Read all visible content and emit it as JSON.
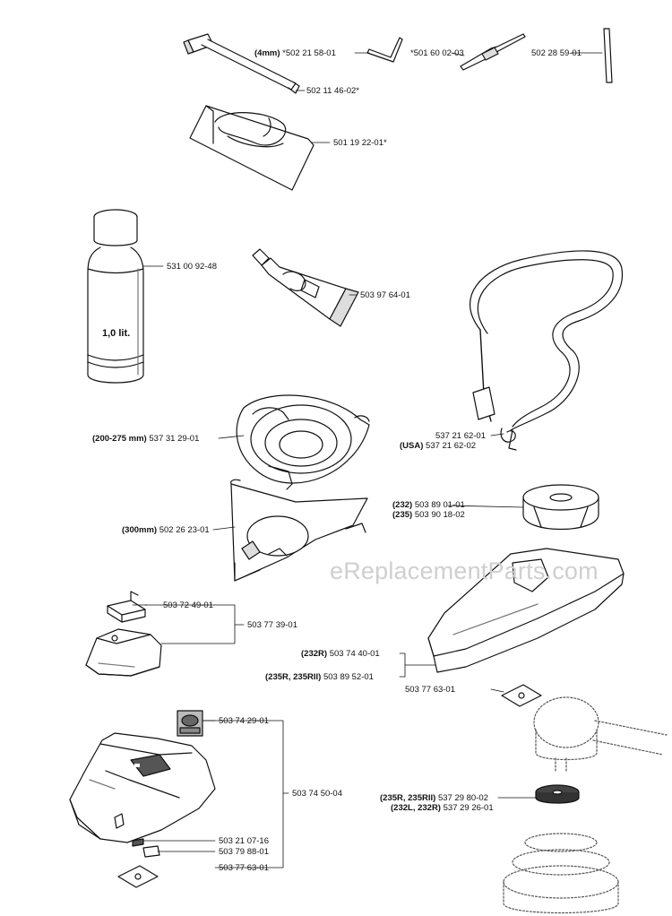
{
  "watermark": "eReplacementParts.com",
  "bottle_label": "1,0 lit.",
  "labels": {
    "wrench_4mm": {
      "prefix": "(4mm)",
      "part": "*502 21 58-01"
    },
    "pin_501": {
      "part": "*501 60 02-03"
    },
    "rod_502": {
      "part": "502 28 59-01"
    },
    "socket_wrench": {
      "part": "502 11 46-02*"
    },
    "tool_bag": {
      "part": "501 19 22-01*"
    },
    "oil_bottle": {
      "part": "531 00 92-48"
    },
    "grease_tube": {
      "part": "503 97 64-01"
    },
    "harness_1": {
      "part": "537 21 62-01"
    },
    "harness_usa": {
      "prefix": "(USA)",
      "part": "537 21 62-02"
    },
    "trimmer_head": {
      "prefix": "(200-275 mm)",
      "part": "537 31 29-01"
    },
    "spool_232": {
      "prefix": "(232)",
      "part": "503 89 01-01"
    },
    "spool_235": {
      "prefix": "(235)",
      "part": "503 90 18-02"
    },
    "guard_300": {
      "prefix": "(300mm)",
      "part": "502 26 23-01"
    },
    "bracket_small": {
      "part": "503 72 49-01"
    },
    "guard_small": {
      "part": "503 77 39-01"
    },
    "guard_232r": {
      "prefix": "(232R)",
      "part": "503 74 40-01"
    },
    "guard_235r": {
      "prefix": "(235R, 235RII)",
      "part": "503 89 52-01"
    },
    "plate_right": {
      "part": "503 77 63-01"
    },
    "decal": {
      "part": "503 74 29-01"
    },
    "big_guard": {
      "part": "503 74 50-04"
    },
    "washer_235": {
      "prefix": "(235R, 235RII)",
      "part": "537 29 80-02"
    },
    "washer_232": {
      "prefix": "(232L, 232R)",
      "part": "537 29 26-01"
    },
    "screw": {
      "part": "503 21 07-16"
    },
    "clip": {
      "part": "503 79 88-01"
    },
    "plate_bottom": {
      "part": "503 77 63-01"
    }
  }
}
